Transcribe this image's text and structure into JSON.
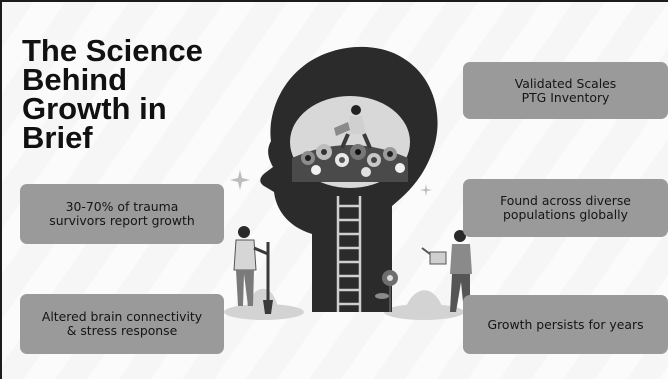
{
  "title": "The Science Behind Growth in Brief",
  "boxes": {
    "validated": {
      "line1": "Validated Scales",
      "line2": "PTG Inventory"
    },
    "trauma": {
      "line1": "30-70% of trauma",
      "line2": "survivors report growth"
    },
    "diverse": {
      "line1": "Found across diverse",
      "line2": "populations globally"
    },
    "brain": {
      "line1": "Altered brain connectivity",
      "line2": "& stress response"
    },
    "persists": {
      "line1": "Growth persists for years"
    }
  },
  "illustration": {
    "icon": "head-silhouette-garden-illustration",
    "colors": {
      "head": "#2b2b2b",
      "box": "#9a9a9a",
      "background": "#f6f6f6"
    }
  }
}
